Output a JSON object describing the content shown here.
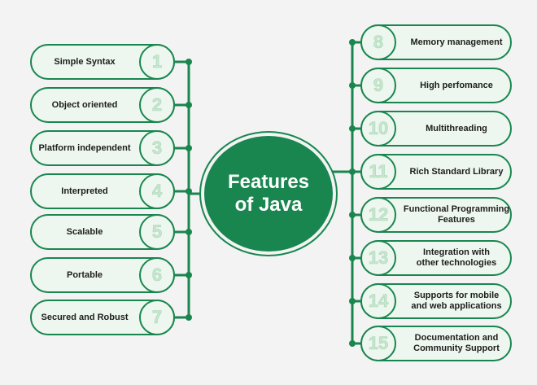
{
  "center": {
    "title": "Features\nof Java"
  },
  "left_features": [
    {
      "number": "1",
      "label": "Simple Syntax"
    },
    {
      "number": "2",
      "label": "Object oriented"
    },
    {
      "number": "3",
      "label": "Platform independent"
    },
    {
      "number": "4",
      "label": "Interpreted"
    },
    {
      "number": "5",
      "label": "Scalable"
    },
    {
      "number": "6",
      "label": "Portable"
    },
    {
      "number": "7",
      "label": "Secured and Robust"
    }
  ],
  "right_features": [
    {
      "number": "8",
      "label": "Memory management"
    },
    {
      "number": "9",
      "label": "High perfomance"
    },
    {
      "number": "10",
      "label": "Multithreading"
    },
    {
      "number": "11",
      "label": "Rich Standard Library"
    },
    {
      "number": "12",
      "label": "Functional Programming\nFeatures"
    },
    {
      "number": "13",
      "label": "Integration with\nother technologies"
    },
    {
      "number": "14",
      "label": "Supports for mobile\nand web applications"
    },
    {
      "number": "15",
      "label": "Documentation and\nCommunity Support"
    }
  ],
  "colors": {
    "primary": "#19864f",
    "pill_fill": "#eef7ef",
    "badge_digit": "#c7e6cf",
    "background": "#f3f3f3"
  }
}
